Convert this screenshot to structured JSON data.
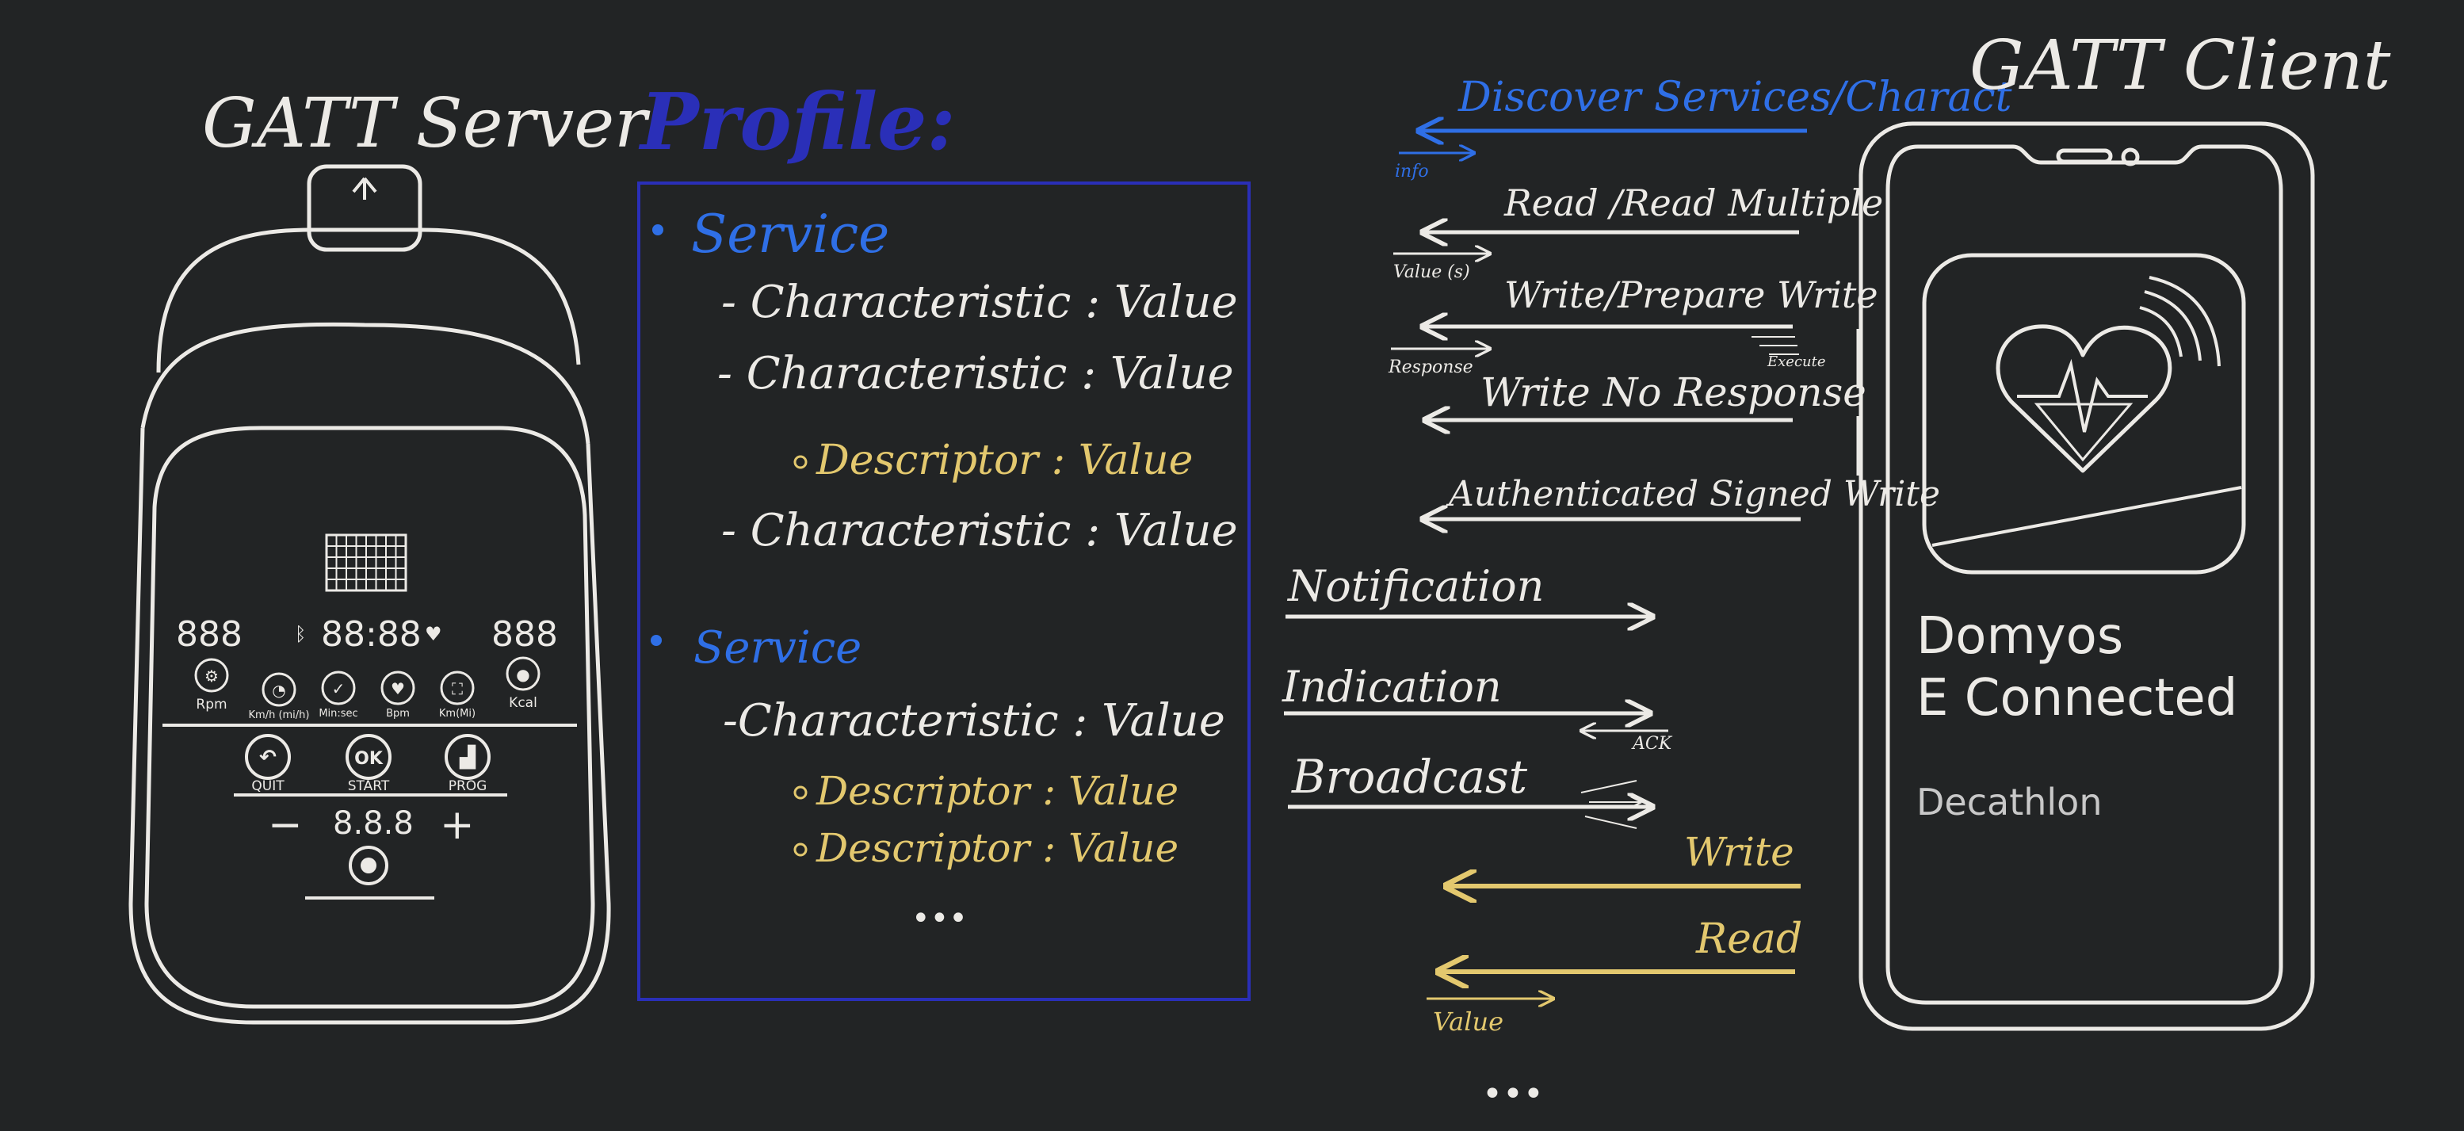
{
  "colors": {
    "background": "#222425",
    "chalk_white": "#ECEAE6",
    "service_blue": "#2F6FE6",
    "profile_navy": "#2A2FB8",
    "descriptor_gold": "#E3C86E"
  },
  "server": {
    "title": "GATT Server",
    "display": {
      "left_digits": "888",
      "center_digits": "88:88",
      "right_digits": "888",
      "bottom_digits": "8.8.8"
    },
    "gauges": [
      {
        "icon": "rpm-icon",
        "label": "Rpm"
      },
      {
        "icon": "speed-icon",
        "label": "Km/h (mi/h)"
      },
      {
        "icon": "check-icon",
        "label": "Min:sec"
      },
      {
        "icon": "heart-icon",
        "label": "Bpm"
      },
      {
        "icon": "distance-icon",
        "label": "Km(Mi)"
      },
      {
        "icon": "apple-icon",
        "label": "Kcal"
      }
    ],
    "buttons": [
      {
        "icon": "back-arrow-icon",
        "label": "QUIT"
      },
      {
        "icon": "ok-icon",
        "text": "OK",
        "label": "START"
      },
      {
        "icon": "stairs-icon",
        "label": "PROG"
      }
    ],
    "minus": "−",
    "plus": "+"
  },
  "profile": {
    "title": "Profile:",
    "services": [
      {
        "label": "Service",
        "characteristics": [
          {
            "label": "Characteristic : Value",
            "descriptors": []
          },
          {
            "label": "Characteristic :  Value",
            "descriptors": [
              "Descriptor : Value"
            ]
          },
          {
            "label": "Characteristic : Value",
            "descriptors": []
          }
        ]
      },
      {
        "label": "Service",
        "characteristics": [
          {
            "label": "Characteristic : Value",
            "descriptors": [
              "Descriptor : Value",
              "Descriptor : Value"
            ]
          }
        ]
      }
    ],
    "ellipsis": "•••"
  },
  "operations": {
    "client_requests": [
      {
        "label": "Discover Services/Charact",
        "reply": "info",
        "color": "blue"
      },
      {
        "label": "Read /Read Multiple",
        "reply": "Value (s)",
        "color": "white"
      },
      {
        "label": "Write/Prepare Write",
        "reply": "Response",
        "extra": "Execute",
        "color": "white"
      },
      {
        "label": "Write No Response",
        "color": "white"
      },
      {
        "label": "Authenticated Signed Write",
        "color": "white"
      }
    ],
    "server_pushes": [
      {
        "label": "Notification"
      },
      {
        "label": "Indication",
        "reply": "ACK"
      },
      {
        "label": "Broadcast"
      }
    ],
    "app_ops": [
      {
        "label": "Write"
      },
      {
        "label": "Read",
        "reply": "Value"
      }
    ],
    "ellipsis": "•••"
  },
  "client": {
    "title": "GATT Client",
    "app_name_line1": "Domyos",
    "app_name_line2": "E Connected",
    "developer": "Decathlon",
    "app_icon": "heart-pulse-icon"
  }
}
